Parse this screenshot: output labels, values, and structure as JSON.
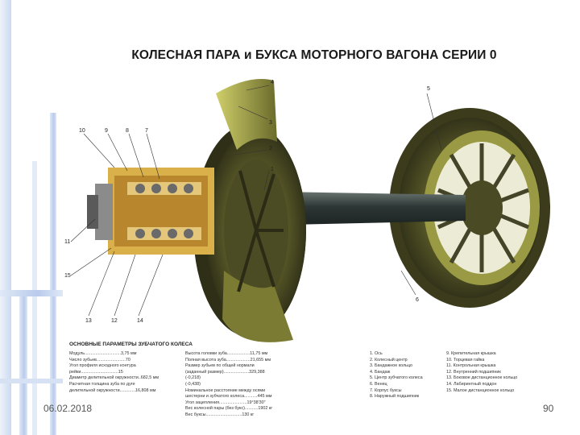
{
  "slide": {
    "title": "КОЛЕСНАЯ ПАРА и БУКСА МОТОРНОГО ВАГОНА СЕРИИ 0",
    "date": "06.02.2018",
    "page_number": "90"
  },
  "callouts": [
    "4",
    "3",
    "2",
    "1",
    "5",
    "10",
    "9",
    "8",
    "7",
    "11",
    "15",
    "13",
    "12",
    "14",
    "6"
  ],
  "parameters": {
    "heading": "ОСНОВНЫЕ ПАРАМЕТРЫ ЗУБЧАТОГО КОЛЕСА",
    "col1": [
      "Модуль..............................3,75 мм",
      "Число зубьев........................70",
      "Угол профиля исходного контура",
      "рейки...............................15",
      "Диаметр делительной окружности..682,5 мм",
      "Расчетная толщина зуба по дуге",
      "делительной окружности.............16,808 мм"
    ],
    "col2": [
      "Высота головки зуба...................11,75 мм",
      "Полная высота зуба....................21,655 мм",
      "Размер зубьев по общей нормали",
      "(заданный размер).....................329,388",
      "(-0,218)",
      "(-0,438)",
      "Номинальное расстояние между осями",
      "шестерни и зубчатого колеса...........445 мм",
      "Угол зацепления.......................19°38'30\"",
      "Вес колесной пары (без букс)...........1902 кг",
      "Вес буксы..............................130 кг"
    ],
    "col3": [
      "1. Ось",
      "2. Колесный центр",
      "3. Бандажное кольцо",
      "4. Бандаж",
      "5. Центр зубчатого колеса",
      "6. Венец",
      "7. Корпус буксы",
      "8. Наружный подшипник"
    ],
    "col4": [
      "9. Крепительная крышка",
      "10. Торцевая гайка",
      "11. Контрольная крышка",
      "12. Внутренний подшипник",
      "13. Боковое дистанционное кольцо",
      "14. Лабиринтный поддон",
      "15. Малое дистанционное кольцо"
    ]
  },
  "colors": {
    "wheel": "#4a4a22",
    "wheel_highlight": "#bfbf58",
    "axle": "#2f3a38",
    "axlebox": "#d9b04a",
    "decor_blue": "#b9cbec"
  }
}
